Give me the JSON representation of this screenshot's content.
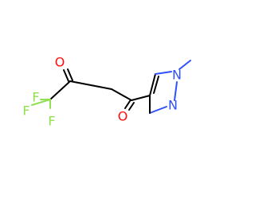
{
  "molecule": {
    "atoms": [
      {
        "id": "o1",
        "symbol": "O",
        "color": "#ff0d0d"
      },
      {
        "id": "o2",
        "symbol": "O",
        "color": "#ff0d0d"
      },
      {
        "id": "f1",
        "symbol": "F",
        "color": "#90e050"
      },
      {
        "id": "f2",
        "symbol": "F",
        "color": "#90e050"
      },
      {
        "id": "f3",
        "symbol": "F",
        "color": "#90e050"
      },
      {
        "id": "n1",
        "symbol": "N",
        "color": "#3050f8"
      },
      {
        "id": "n2",
        "symbol": "N",
        "color": "#3050f8"
      }
    ],
    "bond_color": "#000000"
  }
}
